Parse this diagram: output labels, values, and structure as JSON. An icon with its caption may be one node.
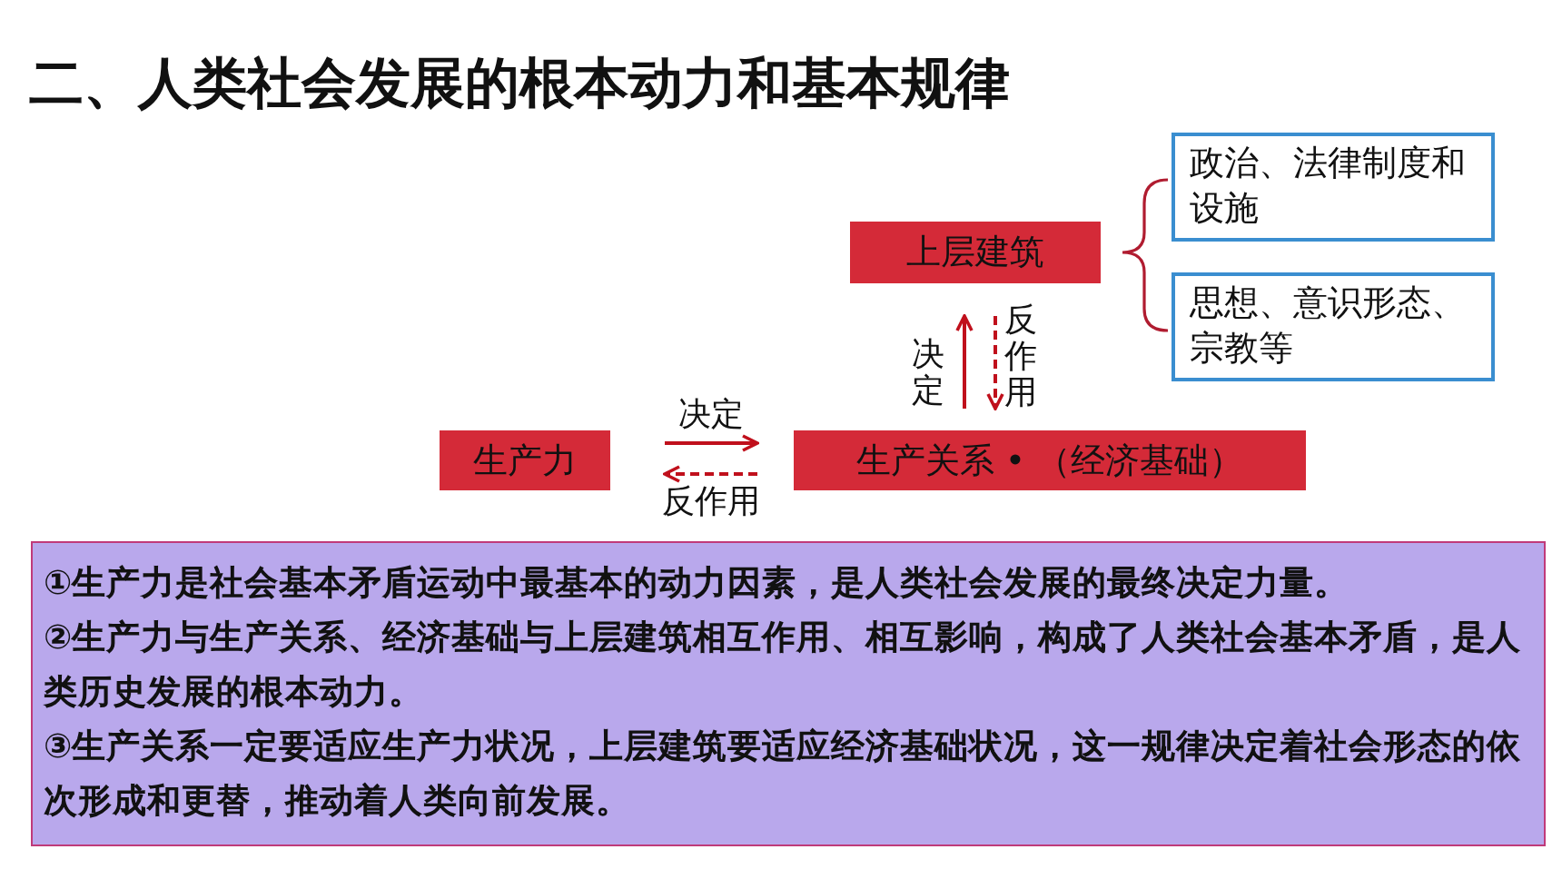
{
  "diagram": {
    "title": "二、人类社会发展的根本动力和基本规律",
    "nodes": [
      {
        "text": [
          "上层建筑"
        ]
      },
      {
        "text": [
          "政治、法律制度和设施"
        ]
      },
      {
        "text": [
          "思想、意识形态、宗教等"
        ]
      },
      {
        "text": [
          "生产力"
        ]
      },
      {
        "text": [
          "生产关系 • （经济基础）"
        ]
      },
      {
        "text": [
          "①生产力是社会基本矛盾运动中最基本的动力因素，是人类社会发展的最终决定力量。",
          "②生产力与生产关系、经济基础与上层建筑相互作用、相互影响，构成了人类社会基本矛盾，是人类历史发展的根本动力。",
          "③生产关系一定要适应生产力状况，上层建筑要适应经济基础状况，这一规律决定着社会形态的依次形成和更替，推动着人类向前发展。"
        ]
      }
    ],
    "edges": [
      {
        "from": 3,
        "to": 4,
        "arrow": "to",
        "label": "决定"
      },
      {
        "from": 4,
        "to": 3,
        "arrow": "to",
        "label": "反作用",
        "style": "dashed"
      },
      {
        "from": 4,
        "to": 0,
        "arrow": "to",
        "label": "决定"
      },
      {
        "from": 0,
        "to": 4,
        "arrow": "to",
        "label": "反作用",
        "style": "dashed"
      }
    ]
  }
}
